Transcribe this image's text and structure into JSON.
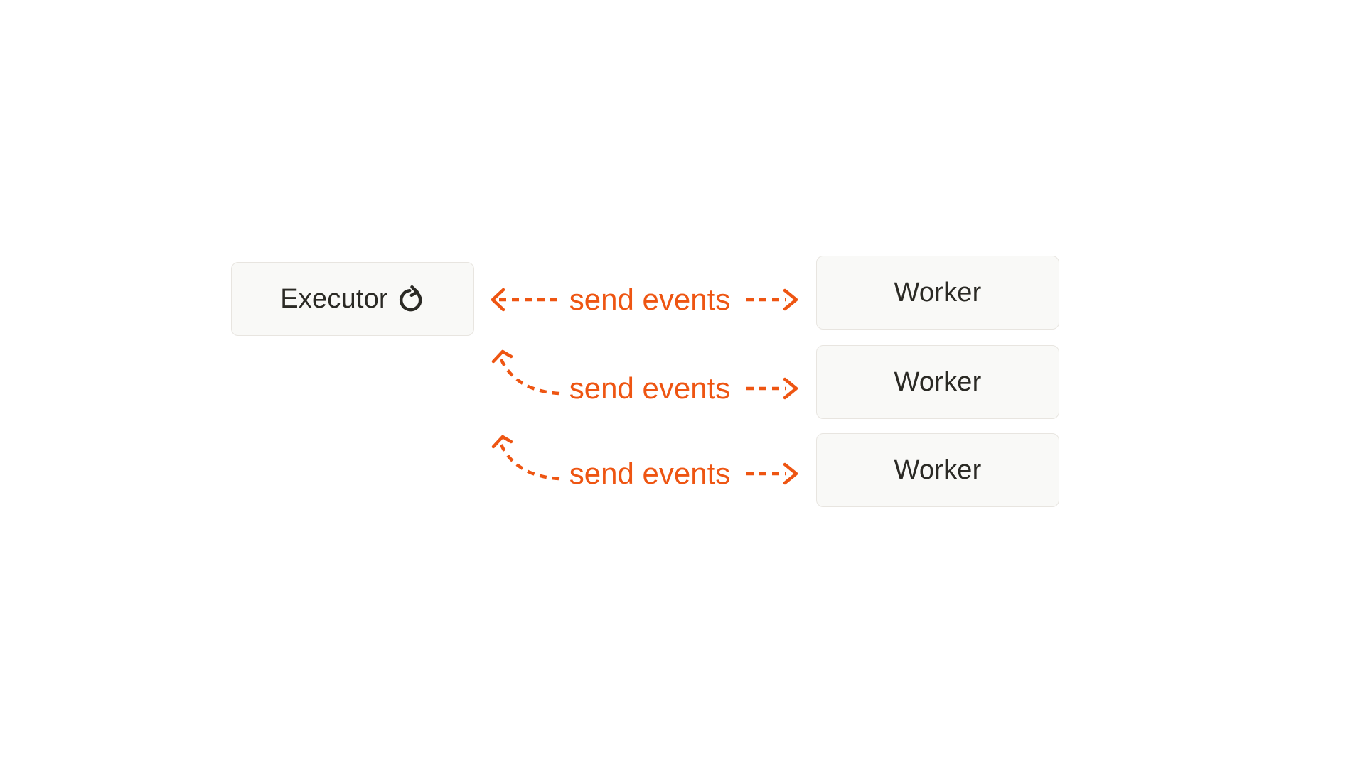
{
  "colors": {
    "accent": "#ee5512",
    "box_background": "#f9f9f7",
    "box_border": "#e8e5e0",
    "box_text": "#2b2a25",
    "canvas_background": "#ffffff"
  },
  "diagram": {
    "executor": {
      "label": "Executor",
      "icon": "refresh-icon"
    },
    "workers": [
      {
        "label": "Worker"
      },
      {
        "label": "Worker"
      },
      {
        "label": "Worker"
      }
    ],
    "connections": [
      {
        "label": "send events",
        "from": "executor",
        "to": "worker-1",
        "direction": "bidirectional"
      },
      {
        "label": "send events",
        "from": "executor",
        "to": "worker-2",
        "direction": "bidirectional"
      },
      {
        "label": "send events",
        "from": "executor",
        "to": "worker-3",
        "direction": "bidirectional"
      }
    ]
  }
}
